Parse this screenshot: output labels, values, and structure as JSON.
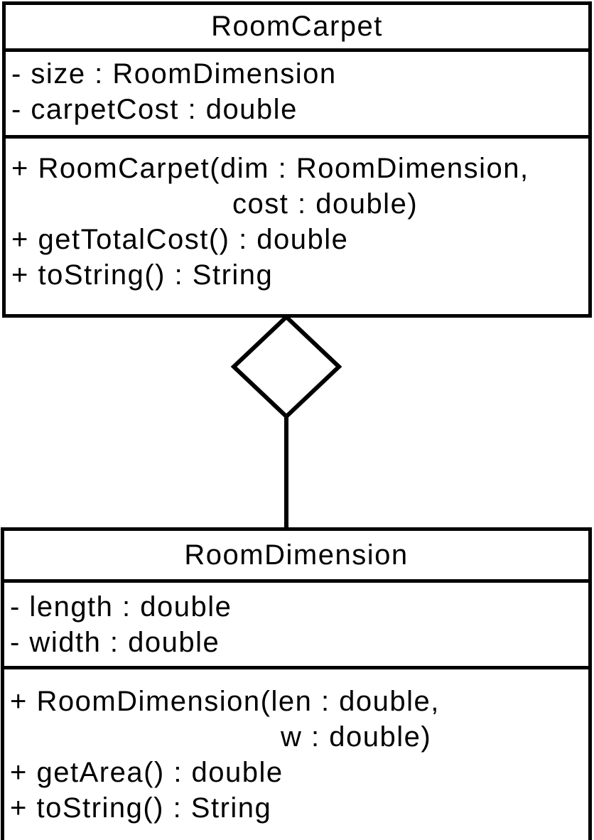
{
  "diagram": {
    "type": "uml-class-diagram",
    "colors": {
      "background": "#ffffff",
      "line": "#000000",
      "text": "#000000"
    },
    "classes": [
      {
        "name": "RoomCarpet",
        "attributes": [
          "- size : RoomDimension",
          "- carpetCost : double"
        ],
        "methods": [
          "+ RoomCarpet(dim : RoomDimension,",
          "cost : double)",
          "+ getTotalCost() : double",
          "+ toString() : String"
        ]
      },
      {
        "name": "RoomDimension",
        "attributes": [
          "- length : double",
          "- width : double"
        ],
        "methods": [
          "+ RoomDimension(len : double,",
          "w : double)",
          "+ getArea() : double",
          "+ toString() : String"
        ]
      }
    ],
    "relationship": {
      "type": "aggregation",
      "diamond_end": "RoomCarpet",
      "other_end": "RoomDimension",
      "diamond_style": "hollow"
    }
  }
}
